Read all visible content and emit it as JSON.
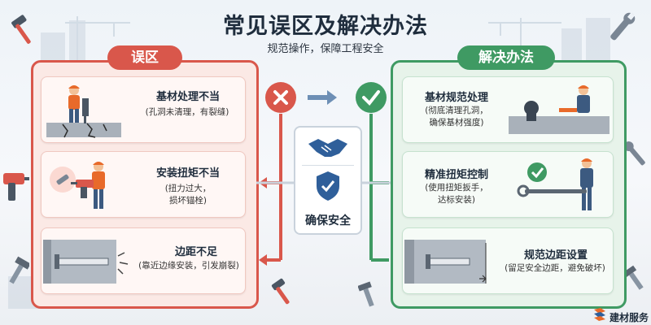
{
  "header": {
    "title": "常见误区及解决办法",
    "subtitle": "规范操作，保障工程安全"
  },
  "mistakes": {
    "label": "误区",
    "items": [
      {
        "title": "基材处理不当",
        "desc1": "(孔洞未清理，有裂缝)",
        "desc2": ""
      },
      {
        "title": "安装扭矩不当",
        "desc1": "(扭力过大，",
        "desc2": "损坏锚栓)"
      },
      {
        "title": "边距不足",
        "desc1": "(靠近边缘安装，引发崩裂)",
        "desc2": ""
      }
    ]
  },
  "solutions": {
    "label": "解决办法",
    "items": [
      {
        "title": "基材规范处理",
        "desc1": "(彻底清理孔洞，",
        "desc2": "确保基材强度)"
      },
      {
        "title": "精准扭矩控制",
        "desc1": "(使用扭矩扳手，",
        "desc2": "达标安装)"
      },
      {
        "title": "规范边距设置",
        "desc1": "(留足安全边距，避免破坏)",
        "desc2": ""
      }
    ]
  },
  "center": {
    "label": "确保安全"
  },
  "brand": {
    "name": "建材服务"
  },
  "colors": {
    "mistake": "#d9574b",
    "solution": "#3f9a63",
    "arrow": "#6d8fb5"
  }
}
